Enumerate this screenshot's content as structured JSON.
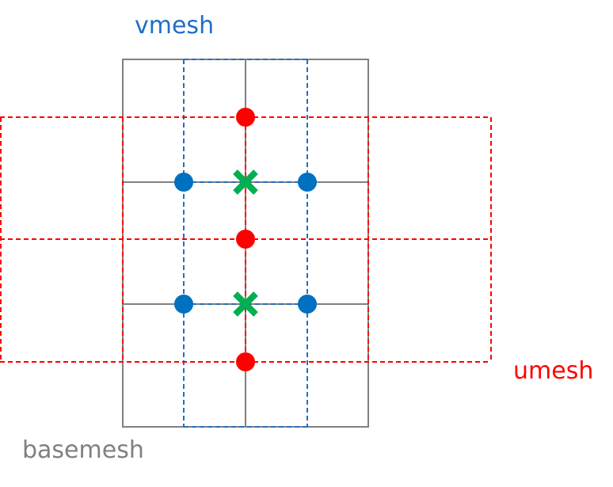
{
  "labels": {
    "vmesh": "vmesh",
    "umesh": "umesh",
    "basemesh": "basemesh"
  },
  "colors": {
    "basemesh": "#808080",
    "vmesh": "#1f6fc6",
    "umesh": "#ff0000",
    "u_points": "#ff0000",
    "v_points": "#0070c0",
    "centers": "#00b050",
    "background": "#ffffff"
  },
  "legend": [
    {
      "mesh": "vmesh",
      "color_key": "vmesh"
    },
    {
      "mesh": "umesh",
      "color_key": "umesh"
    },
    {
      "mesh": "basemesh",
      "color_key": "basemesh"
    }
  ]
}
